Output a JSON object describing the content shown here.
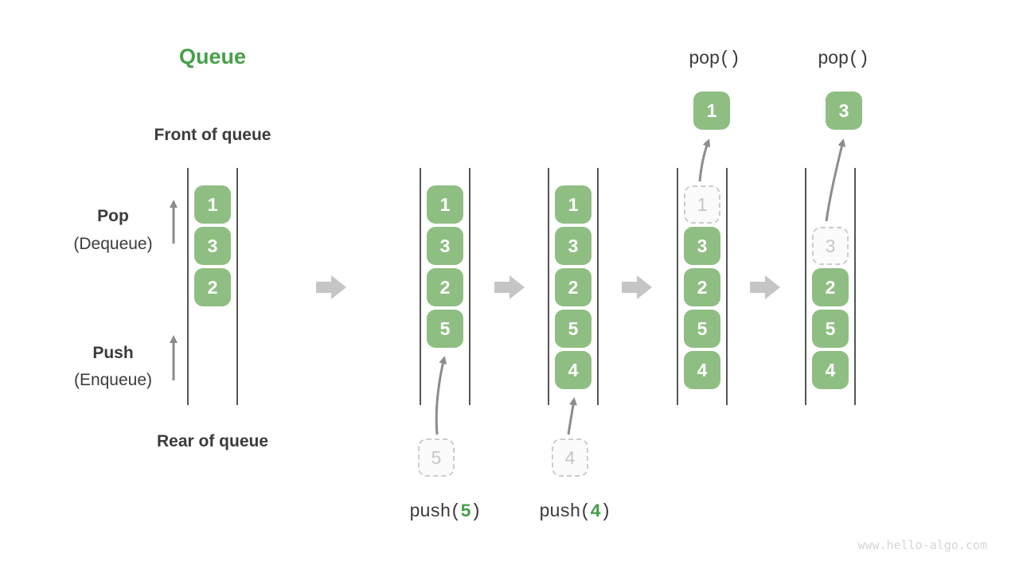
{
  "title": "Queue",
  "labels": {
    "front": "Front of queue",
    "rear": "Rear of queue",
    "pop_op": "Pop",
    "pop_op_sub": "(Dequeue)",
    "push_op": "Push",
    "push_op_sub": "(Enqueue)"
  },
  "states": [
    {
      "queue": [
        "1",
        "3",
        "2"
      ]
    },
    {
      "queue": [
        "1",
        "3",
        "2",
        "5"
      ],
      "incoming": "5",
      "op": {
        "fn": "push(",
        "arg": "5",
        "close": ")"
      }
    },
    {
      "queue": [
        "1",
        "3",
        "2",
        "5",
        "4"
      ],
      "incoming": "4",
      "op": {
        "fn": "push(",
        "arg": "4",
        "close": ")"
      }
    },
    {
      "queue": [
        "3",
        "2",
        "5",
        "4"
      ],
      "removed": "1",
      "op_label": "pop()"
    },
    {
      "queue": [
        "2",
        "5",
        "4"
      ],
      "removed": "3",
      "op_label": "pop()"
    }
  ],
  "icons": {
    "transition": "right-block-arrow",
    "pop_direction": "up-arrow",
    "push_direction": "up-arrow",
    "flow": "curved-up-arrow"
  },
  "watermark": "www.hello-algo.com",
  "colors": {
    "box_green": "#8FBE82",
    "accent_green": "#45A049",
    "text_dark": "#3B3B3B",
    "arrow_gray": "#8C8C8C",
    "block_arrow_gray": "#C5C5C5",
    "ghost_border": "#CCCCCC",
    "ghost_text": "#C6C6C6",
    "ghost_bg": "#FBFBFB",
    "rail_dark": "#555555",
    "watermark_gray": "#D6D6D6"
  }
}
